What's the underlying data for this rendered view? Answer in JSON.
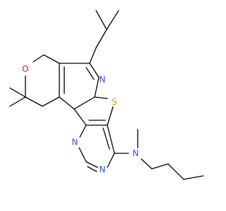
{
  "molecule": {
    "atoms": {
      "ring_oxygen": "O",
      "pyridine_nitrogen": "N",
      "thiophene_sulfur": "S",
      "pyrimidine_nitrogen_upper": "N",
      "pyrimidine_nitrogen_lower": "N",
      "amine_nitrogen": "N"
    },
    "colors": {
      "bond": "#000000",
      "oxygen": "#ff0d0d",
      "nitrogen": "#3050f8",
      "sulfur": "#c8a800"
    }
  }
}
